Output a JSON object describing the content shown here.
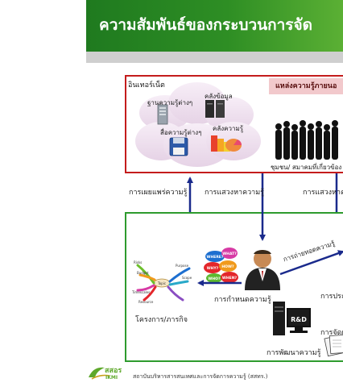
{
  "title": "ความสัมพันธ์ของกระบวนการจัด",
  "internet_label": "อินเทอร์เน็ต",
  "cloud_items": {
    "databases": "ฐานความรู้ต่างๆ",
    "warehouse": "คลังข้อมูล",
    "media": "สื่อความรู้ต่างๆ",
    "knowledge": "คลังความรู้"
  },
  "external_sources_label": "แหล่งความรู้ภายนอ",
  "community_label": "ชุมชน/ สมาคมที่เกี่ยวข้อง",
  "flow_labels": {
    "dissemination": "การเผยแพร่ความรู้",
    "seeking_center": "การแสวงหาความรู้",
    "seeking_right": "การแสวงหาค",
    "transfer": "การถ่ายทอดความรู้",
    "defining": "การกำหนดความรู้",
    "evaluation": "การประ",
    "storing": "การจัดเก",
    "developing": "การพัฒนาความรู้"
  },
  "project_label": "โครงการ/ภารกิจ",
  "rd_label": "R&D",
  "question_words": [
    "WHERE?",
    "WHAT?",
    "WHY?",
    "HOW?",
    "WHO?",
    "WHEN?"
  ],
  "mindmap_words": [
    "Purpose",
    "Topic",
    "Scope",
    "Timescales",
    "Risks",
    "Budget",
    "Resource"
  ],
  "logo_text": "สสอร",
  "logo_sub": "IKMI",
  "footer": "สถาบันบริหารสารสนเทศและการจัดการความรู้ (สสทร.)",
  "colors": {
    "title_green": "#2e8e24",
    "top_box_red": "#c41c1c",
    "bottom_box_green": "#2e9b2e",
    "arrow_blue": "#1a2a8c",
    "pink": "#f2c9cc"
  }
}
